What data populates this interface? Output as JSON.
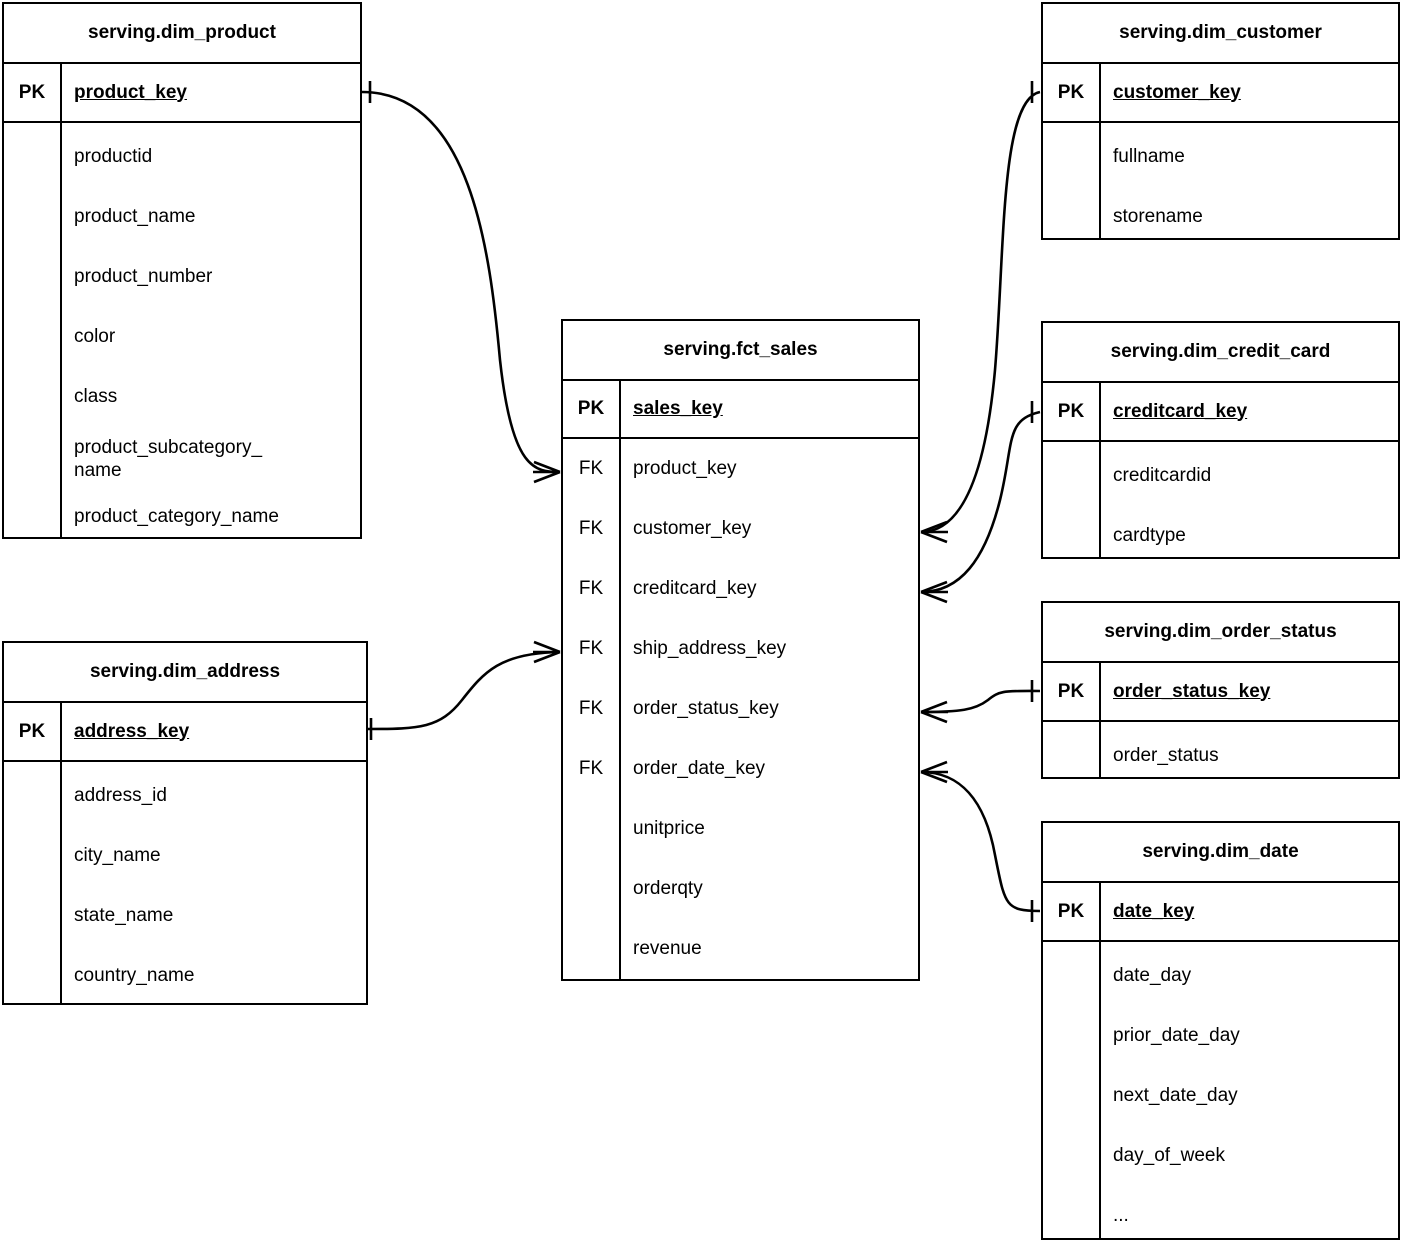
{
  "diagram": {
    "type": "entity-relationship-diagram",
    "notation": "crow's foot",
    "line_color": "#000000",
    "background_color": "#ffffff"
  },
  "entities": {
    "dim_product": {
      "title": "serving.dim_product",
      "pk_label": "PK",
      "pk_field": "product_key",
      "attributes": [
        "productid",
        "product_name",
        "product_number",
        "color",
        "class",
        "product_subcategory_\nname",
        "product_category_name"
      ]
    },
    "dim_address": {
      "title": "serving.dim_address",
      "pk_label": "PK",
      "pk_field": "address_key",
      "attributes": [
        "address_id",
        "city_name",
        "state_name",
        "country_name"
      ]
    },
    "fct_sales": {
      "title": "serving.fct_sales",
      "pk_label": "PK",
      "pk_field": "sales_key",
      "fk_label": "FK",
      "foreign_keys": [
        "product_key",
        "customer_key",
        "creditcard_key",
        "ship_address_key",
        "order_status_key",
        "order_date_key"
      ],
      "measures": [
        "unitprice",
        "orderqty",
        "revenue"
      ]
    },
    "dim_customer": {
      "title": "serving.dim_customer",
      "pk_label": "PK",
      "pk_field": "customer_key",
      "attributes": [
        "fullname",
        "storename"
      ]
    },
    "dim_credit_card": {
      "title": "serving.dim_credit_card",
      "pk_label": "PK",
      "pk_field": "creditcard_key",
      "attributes": [
        "creditcardid",
        "cardtype"
      ]
    },
    "dim_order_status": {
      "title": "serving.dim_order_status",
      "pk_label": "PK",
      "pk_field": "order_status_key",
      "attributes": [
        "order_status"
      ]
    },
    "dim_date": {
      "title": "serving.dim_date",
      "pk_label": "PK",
      "pk_field": "date_key",
      "attributes": [
        "date_day",
        "prior_date_day",
        "next_date_day",
        "day_of_week",
        "..."
      ]
    }
  },
  "relationships": [
    {
      "from_entity": "serving.dim_product",
      "from_field": "product_key",
      "to_entity": "serving.fct_sales",
      "to_field": "product_key",
      "cardinality": "one-to-many"
    },
    {
      "from_entity": "serving.dim_customer",
      "from_field": "customer_key",
      "to_entity": "serving.fct_sales",
      "to_field": "customer_key",
      "cardinality": "one-to-many"
    },
    {
      "from_entity": "serving.dim_credit_card",
      "from_field": "creditcard_key",
      "to_entity": "serving.fct_sales",
      "to_field": "creditcard_key",
      "cardinality": "one-to-many"
    },
    {
      "from_entity": "serving.dim_address",
      "from_field": "address_key",
      "to_entity": "serving.fct_sales",
      "to_field": "ship_address_key",
      "cardinality": "one-to-many"
    },
    {
      "from_entity": "serving.dim_order_status",
      "from_field": "order_status_key",
      "to_entity": "serving.fct_sales",
      "to_field": "order_status_key",
      "cardinality": "one-to-many"
    },
    {
      "from_entity": "serving.dim_date",
      "from_field": "date_key",
      "to_entity": "serving.fct_sales",
      "to_field": "order_date_key",
      "cardinality": "one-to-many"
    }
  ]
}
